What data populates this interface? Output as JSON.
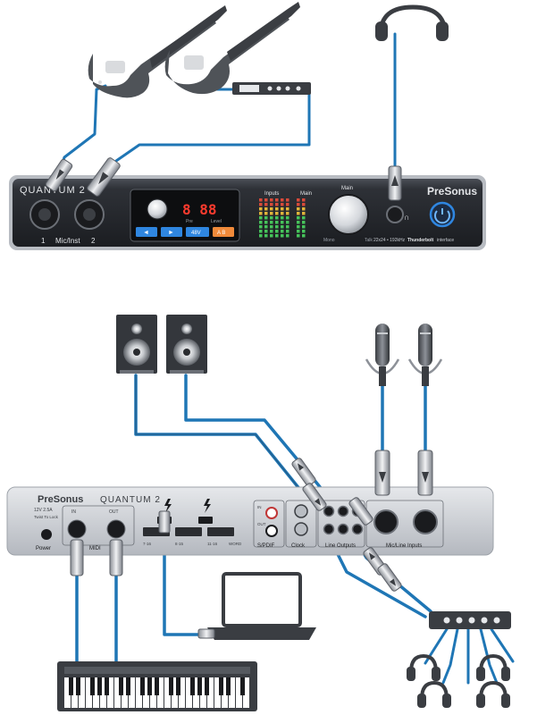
{
  "front_panel": {
    "brand_left": "QUANTUM 2",
    "brand_right": "PreSonus",
    "input_1_label": "1",
    "mic_inst_label": "Mic/Inst",
    "input_2_label": "2",
    "display_digits": "8 88",
    "display_sub_pre": "Pre",
    "display_sub_level": "Level",
    "btn_phantom": "48V",
    "btn_ab": "A B",
    "inputs_label": "Inputs",
    "main_meter_label": "Main",
    "main_knob_label": "Main",
    "mono_label": "Mono",
    "talk_label": "Talk",
    "spec_text": "22x24 • 192kHz",
    "thunderbolt_text": "Thunderbolt",
    "interface_text": "interface"
  },
  "rear_panel": {
    "brand_left": "PreSonus",
    "brand_right": "QUANTUM 2",
    "power_rating": "12V 2.5A",
    "twist_lock": "Twist To Lock",
    "power_label": "Power",
    "midi_in": "IN",
    "midi_out": "OUT",
    "midi_label": "MIDI",
    "spdif_in": "IN",
    "spdif_out": "OUT",
    "spdif_label": "S/PDIF",
    "clock_label": "Clock",
    "line_outputs_label": "Line Outputs",
    "mic_line_inputs_label": "Mic/Line Inputs",
    "port_a": "7·16",
    "port_b": "8·15",
    "port_c": "11·16",
    "port_d": "WORD"
  },
  "colors": {
    "cable": "#1f76b5",
    "cable_dark": "#2c2c2c",
    "chassis": "#2a2d33",
    "rear_chassis": "#c9cdd3",
    "display_red": "#ff3b2e",
    "display_blue": "#2f86e0",
    "meter_green": "#46c35a"
  },
  "icons": [
    "electric-guitar-icon",
    "bass-guitar-icon",
    "rack-processor-icon",
    "headphones-icon",
    "studio-monitor-icon",
    "condenser-microphone-icon",
    "laptop-icon",
    "midi-keyboard-icon",
    "headphone-amp-icon",
    "thunderbolt-icon"
  ]
}
